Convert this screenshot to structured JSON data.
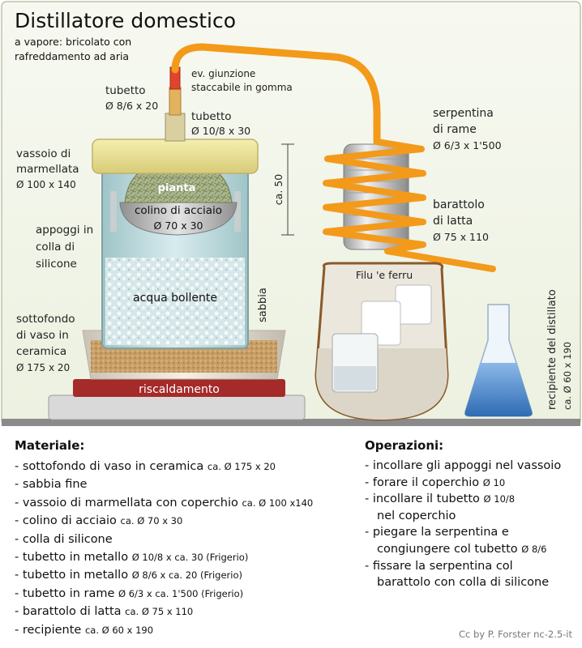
{
  "title": "Distillatore domestico",
  "subtitle_line1": "a vapore: bricolato con",
  "subtitle_line2": "rafreddamento ad aria",
  "labels": {
    "tubetto_small": {
      "l1": "tubetto",
      "l2": "Ø  8/6  x 20"
    },
    "joint": {
      "l1": "ev. giunzione",
      "l2": "staccabile in gomma"
    },
    "tubetto_large": {
      "l1": "tubetto",
      "l2": "Ø  10/8  x 30"
    },
    "vassoio": {
      "l1": "vassoio di",
      "l2": "marmellata",
      "l3": "Ø 100 x 140"
    },
    "appoggi": {
      "l1": "appoggi in",
      "l2": "colla di",
      "l3": "silicone"
    },
    "sottofondo": {
      "l1": "sottofondo",
      "l2": "di vaso in",
      "l3": "ceramica",
      "l4": "Ø  175  x 20"
    },
    "height": "ca. 50",
    "pianta": "pianta",
    "colino": {
      "l1": "colino di acciaio",
      "l2": "Ø  70 x 30"
    },
    "acqua": "acqua bollente",
    "sabbia": "sabbia",
    "riscaldamento": "riscaldamento",
    "serpentina": {
      "l1": "serpentina",
      "l2": "di rame",
      "l3": "Ø 6/3  x 1'500"
    },
    "barattolo": {
      "l1": "barattolo",
      "l2": "di latta",
      "l3": "Ø 75  x 110"
    },
    "filu": "Filu 'e ferru",
    "recipiente": {
      "l1": "recipiente del distillato",
      "l2": "ca. Ø 60 x 190"
    }
  },
  "materiale": {
    "title": "Materiale:",
    "items": [
      {
        "main": "- sottofondo di vaso in ceramica ",
        "small": "ca. Ø 175 x 20"
      },
      {
        "main": "- sabbia fine",
        "small": ""
      },
      {
        "main": "- vassoio di marmellata con coperchio ",
        "small": "ca. Ø 100 x140"
      },
      {
        "main": "- colino di acciaio ",
        "small": "ca. Ø 70 x 30"
      },
      {
        "main": "- colla di silicone",
        "small": ""
      },
      {
        "main": "- tubetto in metallo ",
        "small": "Ø 10/8 x ca. 30 (Frigerio)"
      },
      {
        "main": "- tubetto in metallo ",
        "small": "Ø 8/6 x ca. 20 (Frigerio)"
      },
      {
        "main": "- tubetto in rame ",
        "small": "Ø 6/3 x ca. 1'500 (Frigerio)"
      },
      {
        "main": "- barattolo di latta ",
        "small": "ca. Ø 75 x 110"
      },
      {
        "main": "- recipiente ",
        "small": "ca. Ø 60 x 190"
      }
    ]
  },
  "operazioni": {
    "title": "Operazioni:",
    "items": [
      {
        "main": "- incollare gli appoggi nel vassoio",
        "small": "",
        "cont": "",
        "cont_small": ""
      },
      {
        "main": "- forare il coperchio ",
        "small": "Ø 10",
        "cont": "",
        "cont_small": ""
      },
      {
        "main": "- incollare il tubetto ",
        "small": "Ø 10/8",
        "cont": "nel coperchio",
        "cont_small": ""
      },
      {
        "main": "- piegare la serpentina e",
        "small": "",
        "cont": "congiungere col tubetto ",
        "cont_small": "Ø 8/6"
      },
      {
        "main": "- fissare la serpentina col",
        "small": "",
        "cont": "barattolo con colla di silicone",
        "cont_small": ""
      }
    ]
  },
  "credit": "Cc by P. Forster nc-2.5-it",
  "colors": {
    "background_top": "#f4f7ec",
    "serpentine": "#f39a1a",
    "lid": "#eee498",
    "glass": "#b9d6da",
    "sand": "#c49a60",
    "heater": "#a52a2a",
    "floor": "#8a8a8a",
    "flask_liquid": "#4a86c8"
  }
}
